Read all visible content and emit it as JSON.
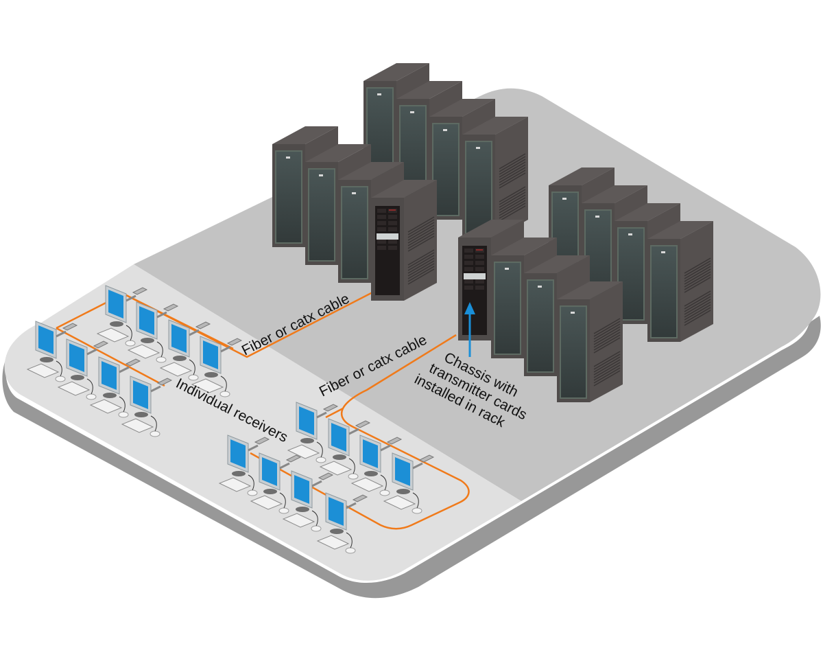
{
  "diagram": {
    "colors": {
      "background": "#ffffff",
      "platform_top_dark": "#c3c3c3",
      "platform_top_light": "#e0e0e0",
      "platform_side": "#989898",
      "rack_front": "#4f4b4a",
      "rack_top": "#5e5958",
      "rack_side": "#55504f",
      "rack_glass": "#3e4848",
      "screen": "#1c8fd6",
      "monitor_frame": "#c8ced2",
      "cable": "#f07a1a",
      "arrow": "#1a8fd8",
      "text": "#111111"
    },
    "labels": {
      "cable_label_1": "Fiber or catx cable",
      "cable_label_2": "Fiber or catx cable",
      "chassis_line_1": "Chassis with",
      "chassis_line_2": "transmitter cards",
      "chassis_line_3": "installed in rack",
      "receivers_label": "Individual receivers"
    },
    "rack_groups": [
      {
        "name": "rack-row-back-left",
        "count": 4,
        "has_chassis": true
      },
      {
        "name": "rack-row-back-center",
        "count": 4,
        "has_chassis": false
      },
      {
        "name": "rack-row-front-right",
        "count": 4,
        "has_chassis": true
      },
      {
        "name": "rack-row-back-right",
        "count": 4,
        "has_chassis": false
      }
    ],
    "receiver_groups": [
      {
        "name": "receiver-row-1",
        "count": 4
      },
      {
        "name": "receiver-row-2",
        "count": 4
      },
      {
        "name": "receiver-row-3",
        "count": 4
      },
      {
        "name": "receiver-row-4",
        "count": 4
      }
    ]
  }
}
